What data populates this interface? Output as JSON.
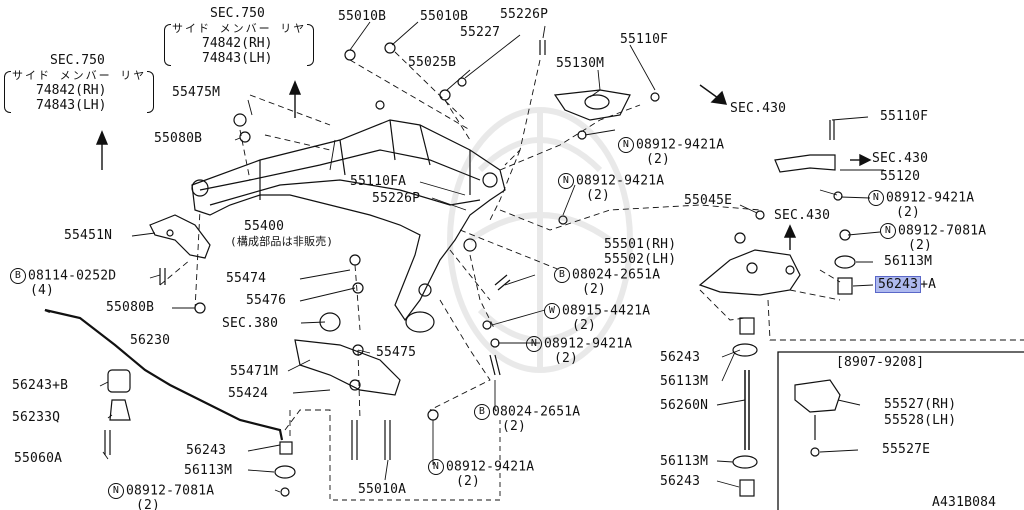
{
  "diagram": {
    "drawing_code": "A431B084",
    "variant_range": "[8907-9208]",
    "sec_blocks": [
      {
        "title": "SEC.750",
        "jp": "サイド メンバー リヤ",
        "rh": "74842(RH)",
        "lh": "74843(LH)"
      },
      {
        "title": "SEC.750",
        "jp": "サイド メンバー リヤ",
        "rh": "74842(RH)",
        "lh": "74843(LH)"
      }
    ],
    "labels": {
      "p55010b_a": "55010B",
      "p55010b_b": "55010B",
      "p55226p_a": "55226P",
      "p55227": "55227",
      "p55025b": "55025B",
      "p55110f_a": "55110F",
      "p55130m": "55130M",
      "sec430_a": "SEC.430",
      "p55475m": "55475M",
      "p55080b_a": "55080B",
      "n_08912_9421a_1": "08912-9421A",
      "q_2": "(2)",
      "p55110f_b": "55110F",
      "sec430_b": "SEC.430",
      "p55120": "55120",
      "n_08912_9421a_2": "08912-9421A",
      "n_08912_9421a_3": "08912-9421A",
      "p55110fa": "55110FA",
      "p55226p_b": "55226P",
      "p55045e": "55045E",
      "sec430_c": "SEC.430",
      "p55451n": "55451N",
      "p55400": "55400",
      "not_sold": "(構成部品は非販売)",
      "n_08912_7081a_1": "08912-7081A",
      "p55501": "55501(RH)",
      "p55502": "55502(LH)",
      "p56113m_a": "56113M",
      "b_08114_0252d": "08114-0252D",
      "q_4": "(4)",
      "p55474": "55474",
      "b_08024_2651a_1": "08024-2651A",
      "p56243_a": "56243",
      "plus_a": "+A",
      "p55080b_b": "55080B",
      "p55476": "55476",
      "w_08915_4421a": "08915-4421A",
      "sec380": "SEC.380",
      "p56230": "56230",
      "n_08912_9421a_4": "08912-9421A",
      "p56243_b": "56243",
      "p55475": "55475",
      "p56243_c": "56243+B",
      "p55471m": "55471M",
      "p56113m_b": "56113M",
      "p55424": "55424",
      "p56260n": "56260N",
      "p56233q": "56233Q",
      "b_08024_2651a_2": "08024-2651A",
      "p55527": "55527(RH)",
      "p55528": "55528(LH)",
      "p55060a": "55060A",
      "p56243_d": "56243",
      "p55527e": "55527E",
      "p56113m_c": "56113M",
      "n_08912_9421a_5": "08912-9421A",
      "p56113m_d": "56113M",
      "n_08912_7081a_2": "08912-7081A",
      "p55010a": "55010A",
      "p56243_e": "56243",
      "circ_n": "N",
      "circ_b": "B",
      "circ_w": "W"
    }
  },
  "colors": {
    "ink": "#111111",
    "highlight": "#aeb9ee",
    "highlight_border": "#5a67c8"
  }
}
